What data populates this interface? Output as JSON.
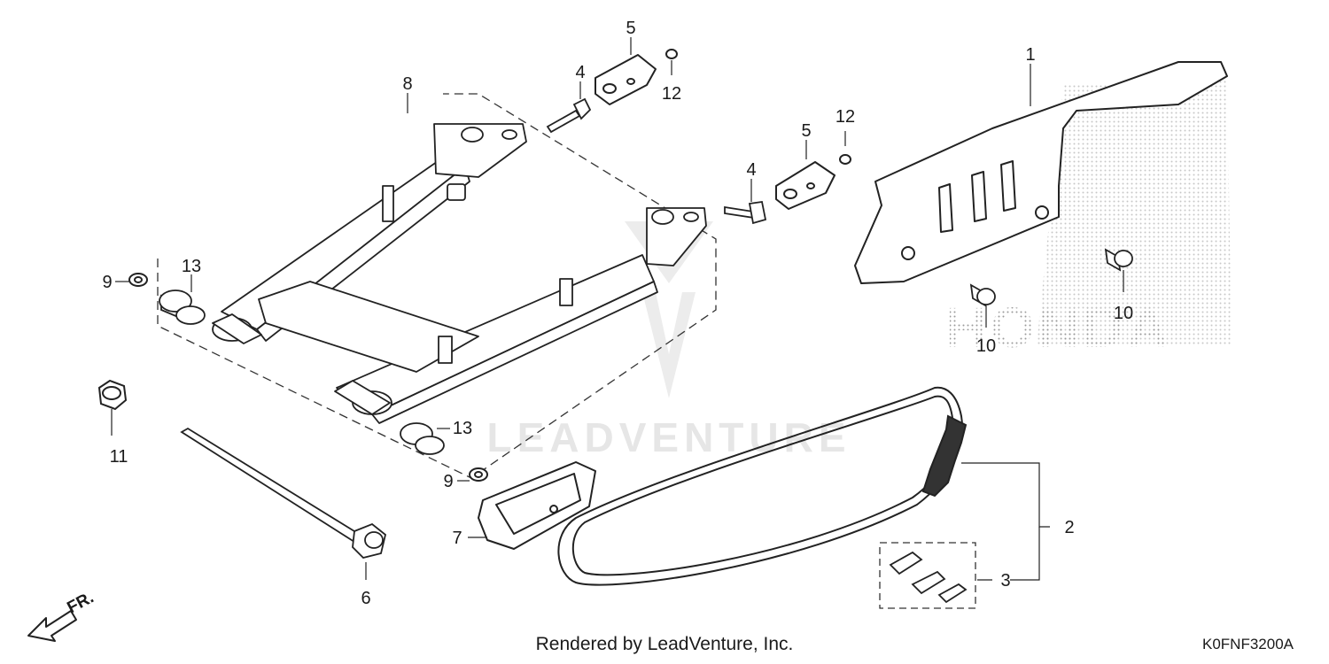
{
  "diagram": {
    "watermark_text": "LEADVENTURE",
    "brand_text": "HONDA",
    "direction_label": "FR.",
    "footer_credit": "Rendered by LeadVenture, Inc.",
    "diagram_code": "K0FNF3200A",
    "callouts": [
      {
        "id": "c1",
        "text": "1"
      },
      {
        "id": "c2",
        "text": "2"
      },
      {
        "id": "c3",
        "text": "3"
      },
      {
        "id": "c4a",
        "text": "4"
      },
      {
        "id": "c4b",
        "text": "4"
      },
      {
        "id": "c5a",
        "text": "5"
      },
      {
        "id": "c5b",
        "text": "5"
      },
      {
        "id": "c6",
        "text": "6"
      },
      {
        "id": "c7",
        "text": "7"
      },
      {
        "id": "c8",
        "text": "8"
      },
      {
        "id": "c9a",
        "text": "9"
      },
      {
        "id": "c9b",
        "text": "9"
      },
      {
        "id": "c10a",
        "text": "10"
      },
      {
        "id": "c10b",
        "text": "10"
      },
      {
        "id": "c11",
        "text": "11"
      },
      {
        "id": "c12a",
        "text": "12"
      },
      {
        "id": "c12b",
        "text": "12"
      },
      {
        "id": "c13a",
        "text": "13"
      },
      {
        "id": "c13b",
        "text": "13"
      }
    ]
  }
}
